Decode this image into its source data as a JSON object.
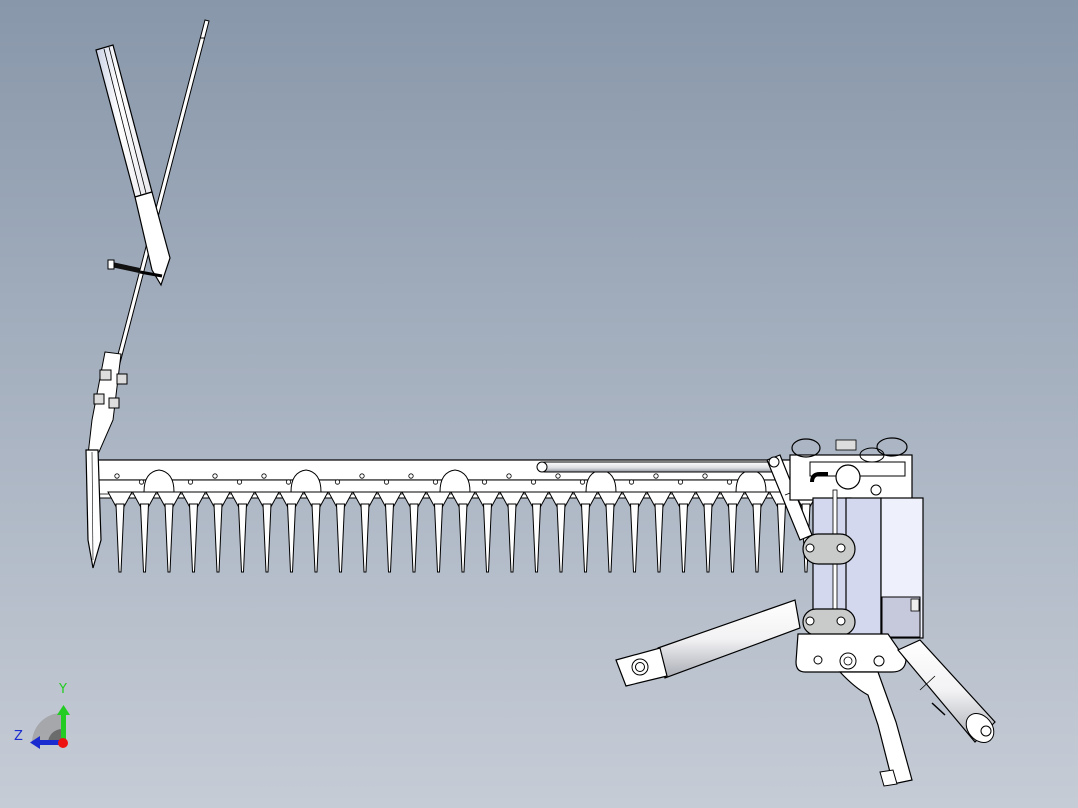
{
  "viewport": {
    "background_top": "#8897aa",
    "background_bottom": "#c6ccd6",
    "model": {
      "description": "sickle bar mower assembly",
      "part_fill": "#ffffff",
      "part_outline": "#000000",
      "housing_fill": "#d3d8ef",
      "shadow_fill": "#c9cbcb",
      "guard_count": 29
    },
    "triad": {
      "x_label": "",
      "y_label": "Y",
      "z_label": "Z",
      "y_color": "#22cc22",
      "z_color": "#1a2bd0",
      "origin_color": "#ee1111"
    }
  }
}
